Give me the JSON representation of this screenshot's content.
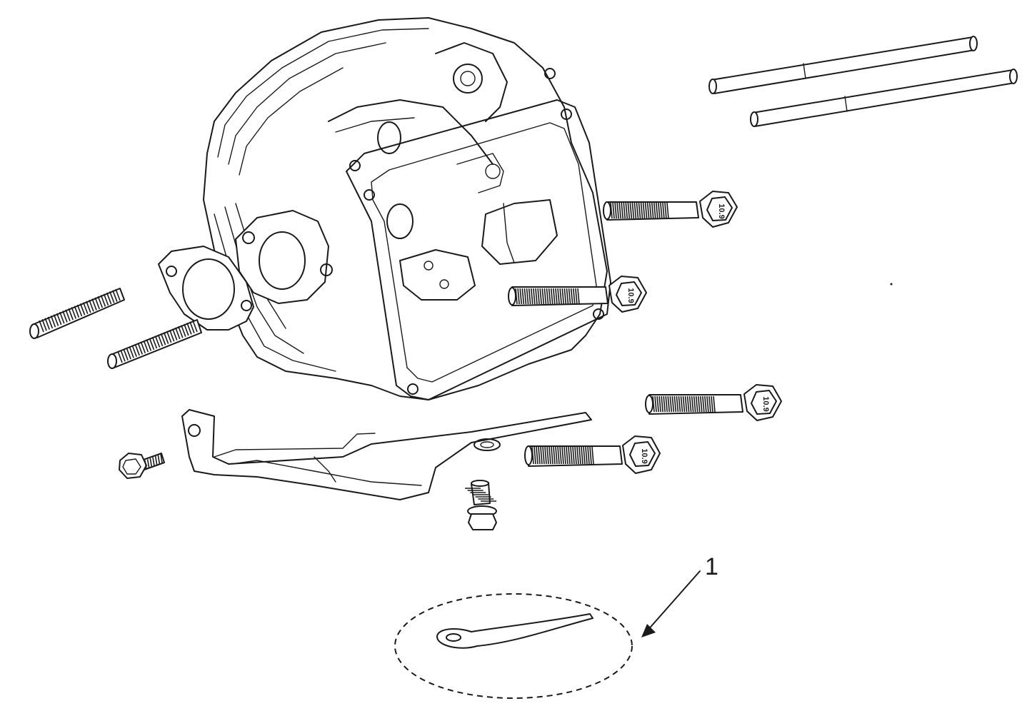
{
  "callout": {
    "label": "1"
  },
  "bolt_markings": [
    "10.9",
    "10.9",
    "10.9",
    "10.9"
  ],
  "colors": {
    "line": "#1a1a1a",
    "background": "#ffffff"
  }
}
